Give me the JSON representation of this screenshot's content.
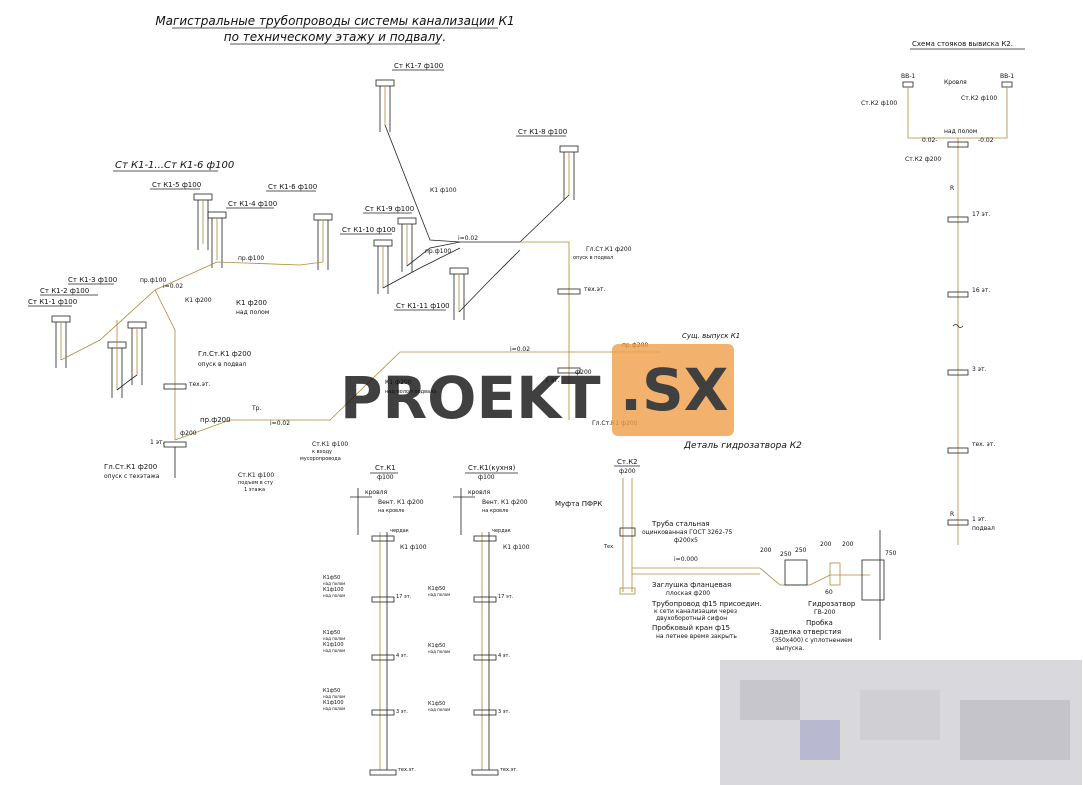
{
  "title": {
    "line1": "Магистральные трубопроводы системы канализации К1",
    "line2": "по техническому этажу и подвалу."
  },
  "left_group": {
    "header": "Ст К1-1...Ст К1-6 ф100",
    "risers": [
      "Ст К1-1 ф100",
      "Ст К1-2 ф100",
      "Ст К1-3 ф100",
      "Ст К1-4 ф100",
      "Ст К1-5 ф100",
      "Ст К1-6 ф100"
    ],
    "labels": {
      "slope": "i=0.02",
      "k1_200": "К1 ф200",
      "k1_200_under": "над полом",
      "k1_200_small": "К1 ф200",
      "pr100": "пр.ф100",
      "pr100b": "пр.ф100",
      "riser_main": "Гл.Ст.К1 ф200",
      "riser_main_sub": "опуск в подвал",
      "tech": "тех.эт.",
      "floor1": "1 эт.",
      "r200": "ф200",
      "gl_bottom": "Гл.Ст.К1 ф200",
      "gl_bottom_sub": "опуск с техэтажа",
      "pr200": "пр.ф200",
      "tr": "Тр.",
      "slope2": "i=0.02",
      "k1_100a": "Ст.К1 ф100",
      "k1_100a_sub1": "к входу",
      "k1_100a_sub2": "мусоропровода",
      "k1_100b": "Ст.К1 ф100",
      "k1_100b_sub1": "подъем в сту",
      "k1_100b_sub2": "1 этажа"
    }
  },
  "center_group": {
    "risers": [
      "Ст К1-7 ф100",
      "Ст К1-8 ф100",
      "Ст К1-9 ф100",
      "Ст К1-10 ф100",
      "Ст К1-11 ф100"
    ],
    "labels": {
      "k1_100": "К1 ф100",
      "slope": "i=0.02",
      "pr100": "пр.ф100",
      "riser": "Гл.Ст.К1 ф200",
      "riser_sub": "опуск в подвал",
      "tech": "тех.эт.",
      "slope_main": "i=0.02",
      "pr200": "пр.ф200",
      "vypusk": "Сущ. выпуск К1",
      "floor1": "1 эт.",
      "r200": "ф200",
      "k1_200": "К1 ф200",
      "k1_200_sub": "над полом подвала",
      "gl_bottom": "Гл.Ст.К1 ф200"
    }
  },
  "right_scheme": {
    "title": "Схема стояков вывиска К2.",
    "vv1": "ВВ-1",
    "vv2": "ВВ-1",
    "roof": "Кровля",
    "stk2_left": "Ст.К2 ф100",
    "stk2_right": "Ст.К2 ф100",
    "nad_polom": "над полом",
    "slope_l": "0.02-",
    "slope_r": "-0.02",
    "stk2_200": "Ст.К2 ф200",
    "floors": [
      "17 эт.",
      "16 эт.",
      "3 эт.",
      "тех. эт.",
      "1 эт."
    ],
    "podval": "подвал",
    "r": "R"
  },
  "bottom_risers": [
    {
      "title1": "Ст.К1",
      "title2": "ф100",
      "roof": "кровля",
      "vent": "Вент. К1 ф200",
      "vent_sub": "на кровле",
      "cherdak": "чердак",
      "k1": "К1 ф100",
      "items": [
        {
          "a": "К1ф50",
          "b": "над полом",
          "c": "К1ф100",
          "d": "над полом",
          "floor": "17 эт."
        },
        {
          "a": "К1ф50",
          "b": "над полом",
          "c": "К1ф100",
          "d": "над полом",
          "floor": "4 эт."
        },
        {
          "a": "К1ф50",
          "b": "над полом",
          "c": "К1ф100",
          "d": "над полом",
          "floor": "3 эт."
        }
      ],
      "vert": "ф100",
      "tech": "тех.эт."
    },
    {
      "title1": "Ст.К1(кухня)",
      "title2": "ф100",
      "roof": "кровля",
      "vent": "Вент. К1 ф200",
      "vent_sub": "на кровле",
      "cherdak": "чердак",
      "k1": "К1 ф100",
      "items": [
        {
          "a": "К1ф50",
          "b": "над полом",
          "c": "",
          "d": "",
          "floor": "17 эт."
        },
        {
          "a": "К1ф50",
          "b": "над полом",
          "c": "",
          "d": "",
          "floor": "4 эт."
        },
        {
          "a": "К1ф50",
          "b": "над полом",
          "c": "",
          "d": "",
          "floor": "3 эт."
        }
      ],
      "vert": "ф100",
      "tech": "тех.эт."
    }
  ],
  "detail": {
    "title": "Деталь гидрозатвора К2",
    "stk2": "Ст.К2",
    "stk2_d": "ф200",
    "mufta": "Муфта ПФРК",
    "pipe1": "Труба стальная",
    "pipe2": "оцинкованная ГОСТ 3262-75",
    "pipe3": "ф200х5",
    "tex": "Тех.",
    "side": "Ст.К2",
    "level": "i=0.000",
    "cap1": "Заглушка фланцевая",
    "cap2": "плоская ф200",
    "conn1": "Трубопровод ф15 присоедин.",
    "conn2": "к сети канализации через",
    "conn3": "двухоборотный сифон",
    "valve1": "Пробковый кран ф15",
    "valve2": "на летнее время закрыть",
    "gidro1": "Гидрозатвор",
    "gidro2": "ГВ-200",
    "probka": "Пробка",
    "zadelka1": "Заделка отверстия",
    "zadelka2": "(350х400) с уплотнением",
    "zadelka3": "выпуска.",
    "dims": [
      "200",
      "200",
      "200",
      "250",
      "250",
      "750",
      "60"
    ]
  },
  "watermark": {
    "left": "PROEKT",
    "right": ".SX"
  },
  "colors": {
    "line": "#222222",
    "pipe": "#b08a3a",
    "watermark_orange": "#f0a04a",
    "watermark_grey": "#555555"
  }
}
